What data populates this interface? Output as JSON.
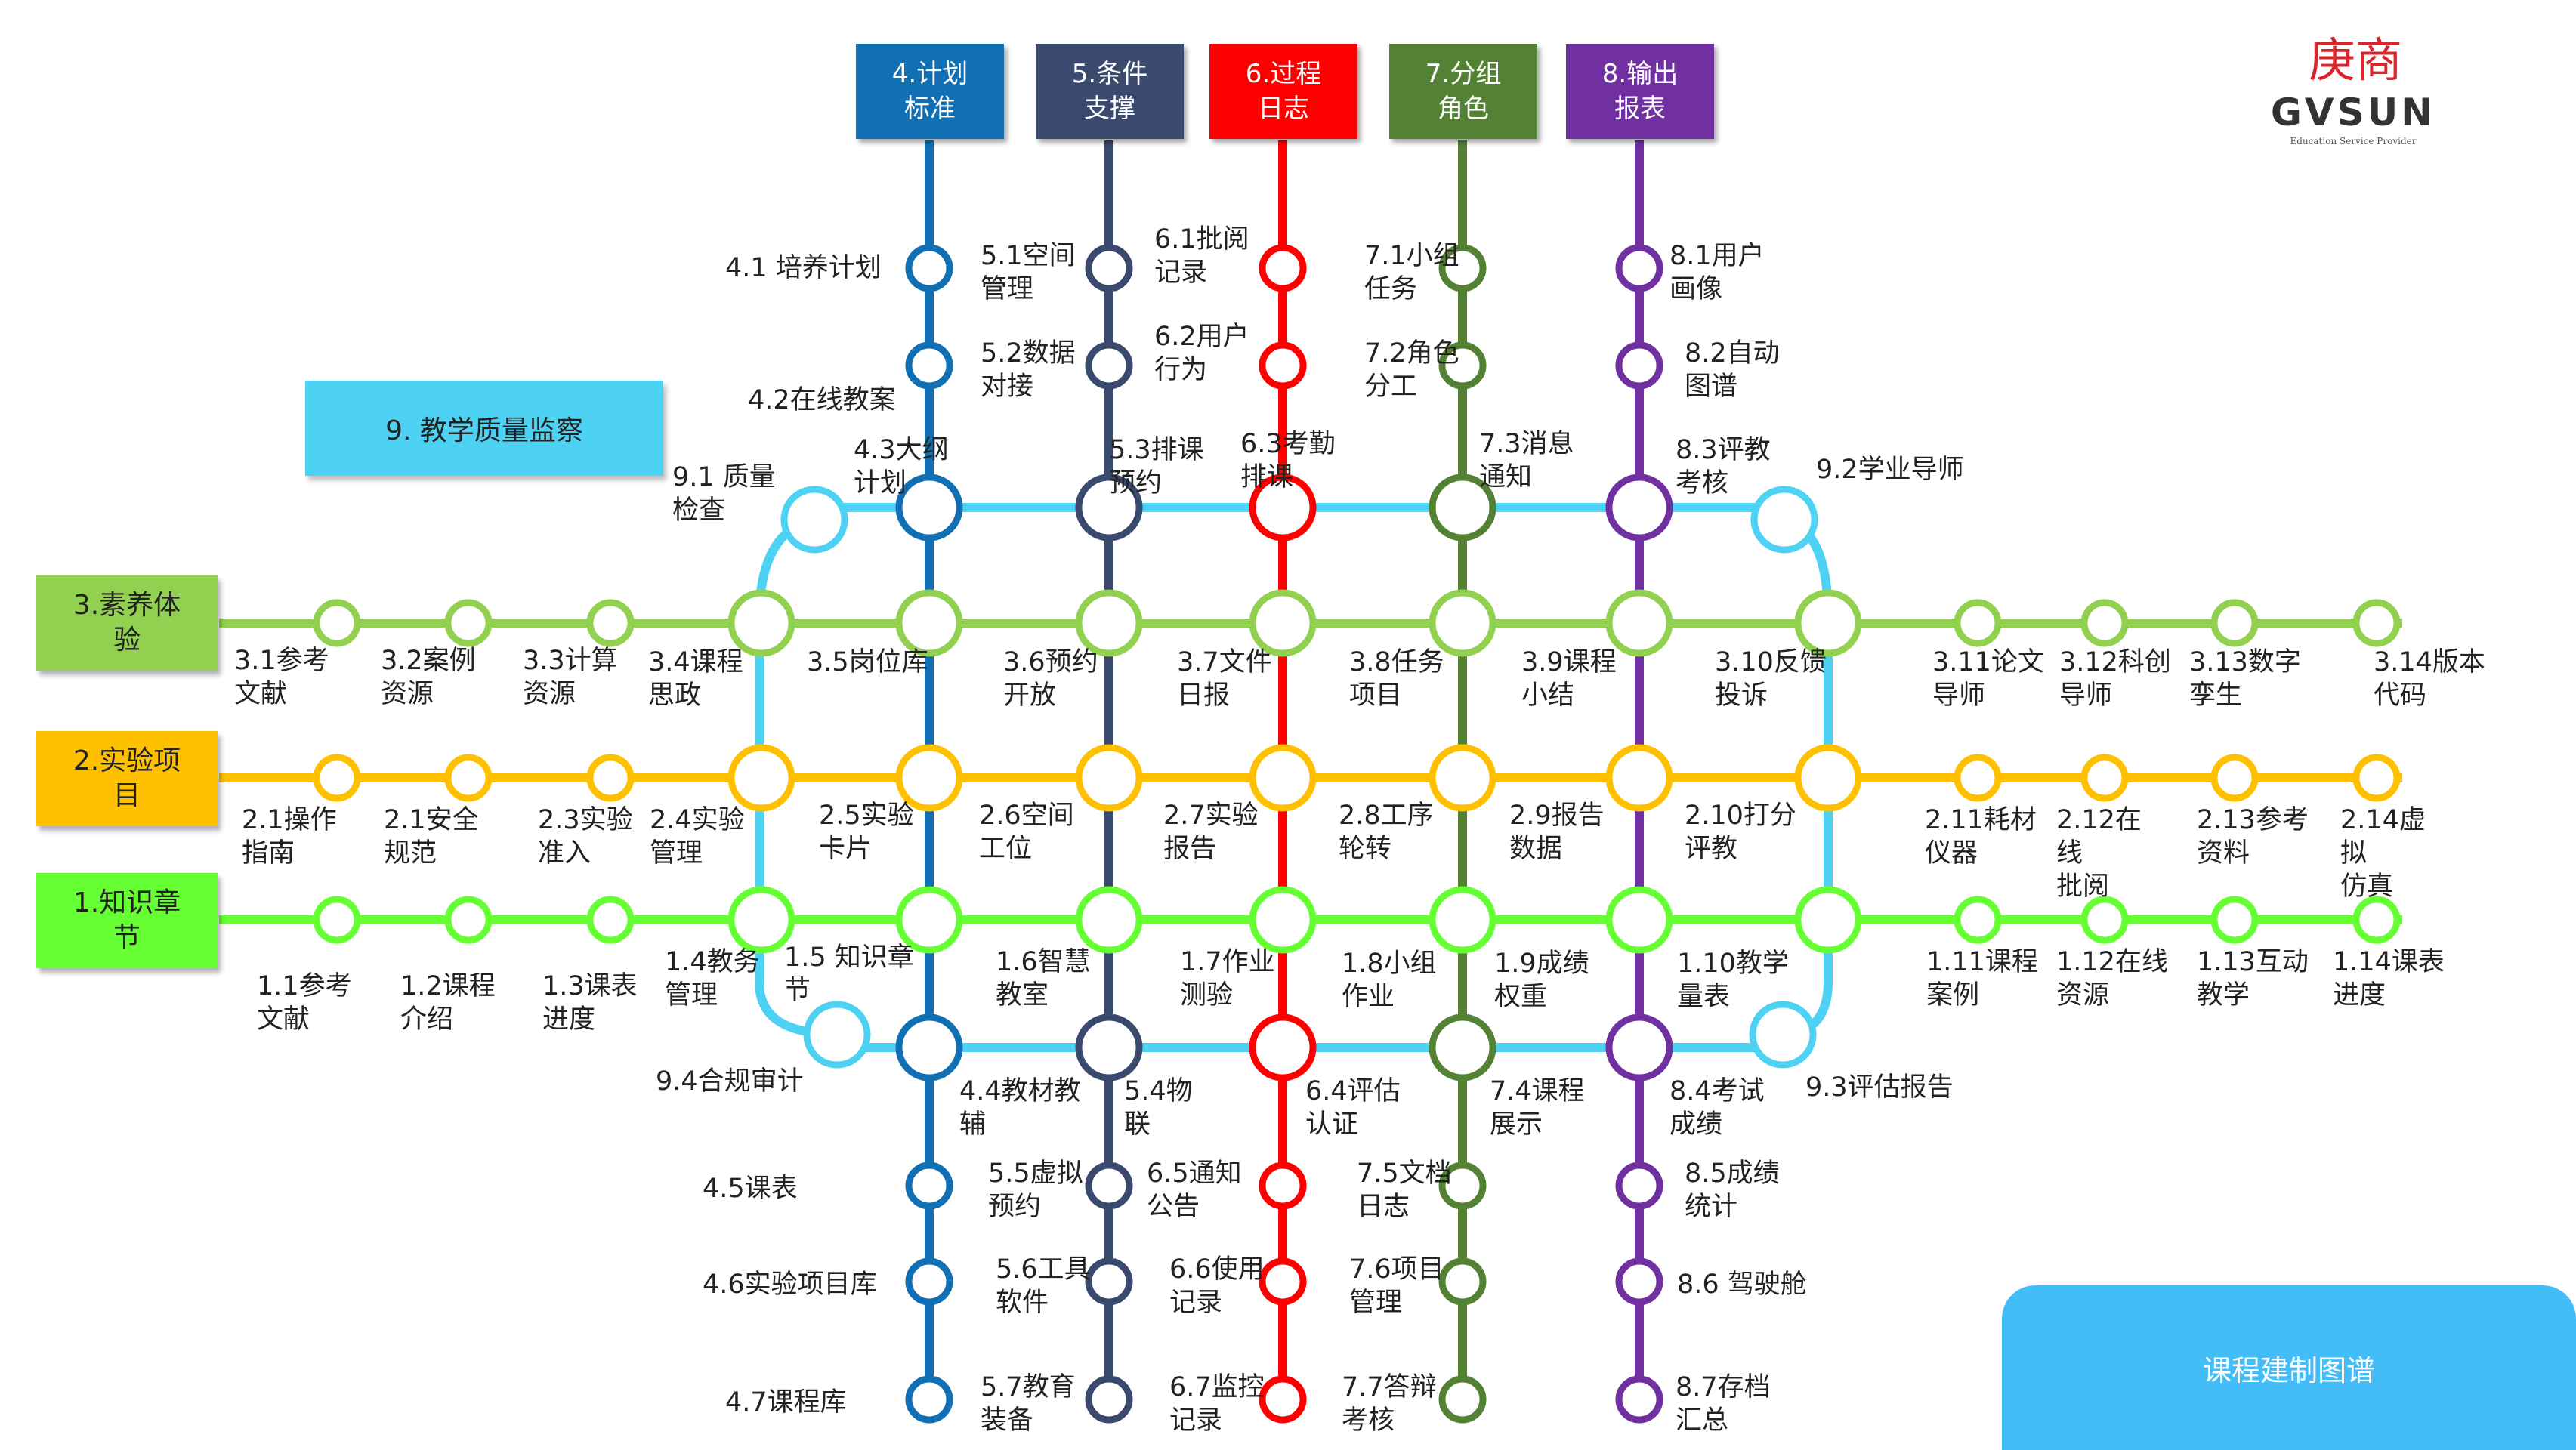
{
  "brand": {
    "cn": "庚商",
    "en": "GVSUN",
    "sub": "Education Service Provider",
    "red": "#d8262c"
  },
  "quality_box": "9. 教学质量监察",
  "corner_button": "课程建制图谱",
  "colors": {
    "plan": "#1170b3",
    "support": "#3a4a6e",
    "log": "#ff0000",
    "group": "#548235",
    "output": "#7030a0",
    "literacy": "#92d050",
    "experiment": "#ffc000",
    "knowledge": "#66ff33",
    "quality": "#4dd2f3"
  },
  "columns": [
    {
      "key": "plan",
      "header": "4.计划\n标准",
      "line": "#1170b3",
      "header_bg": "#1170b3",
      "stations_top": [
        "4.1  培养计划",
        "4.2在线教案",
        "4.3大纲\n计划"
      ],
      "bottom_label": "4.4教材教\n辅",
      "stations_bottom": [
        "4.5课表",
        "4.6实验项目库",
        "4.7课程库"
      ]
    },
    {
      "key": "support",
      "header": "5.条件\n支撑",
      "line": "#3a4a6e",
      "header_bg": "#3a4a6e",
      "stations_top": [
        "5.1空间\n管理",
        "5.2数据\n对接",
        "5.3排课\n预约"
      ],
      "bottom_label": "5.4物\n联",
      "stations_bottom": [
        "5.5虚拟\n预约",
        "5.6工具\n软件",
        "5.7教育\n装备"
      ]
    },
    {
      "key": "log",
      "header": "6.过程\n日志",
      "line": "#ff0000",
      "header_bg": "#ff0000",
      "stations_top": [
        "6.1批阅\n记录",
        "6.2用户\n行为",
        "6.3考勤\n排课"
      ],
      "bottom_label": "6.4评估\n认证",
      "stations_bottom": [
        "6.5通知\n公告",
        "6.6使用\n记录",
        "6.7监控\n记录"
      ]
    },
    {
      "key": "group",
      "header": "7.分组\n角色",
      "line": "#548235",
      "header_bg": "#548235",
      "stations_top": [
        "7.1小组\n任务",
        "7.2角色\n分工",
        "7.3消息\n通知"
      ],
      "bottom_label": "7.4课程\n展示",
      "stations_bottom": [
        "7.5文档\n日志",
        "7.6项目\n管理",
        "7.7答辩\n考核"
      ]
    },
    {
      "key": "output",
      "header": "8.输出\n报表",
      "line": "#7030a0",
      "header_bg": "#7030a0",
      "stations_top": [
        "8.1用户\n画像",
        "8.2自动\n图谱",
        "8.3评教\n考核"
      ],
      "bottom_label": "8.4考试\n成绩",
      "stations_bottom": [
        "8.5成绩\n统计",
        "8.6 驾驶舱",
        "8.7存档\n汇总"
      ]
    }
  ],
  "rows": [
    {
      "key": "literacy",
      "title": "3.素养体\n验",
      "color": "#92d050",
      "stations": [
        "3.1参考\n文献",
        "3.2案例\n资源",
        "3.3计算\n资源",
        "3.4课程\n思政",
        "3.5岗位库",
        "3.6预约\n开放",
        "3.7文件\n日报",
        "3.8任务\n项目",
        "3.9课程\n小结",
        "3.10反馈\n投诉",
        "3.11论文\n导师",
        "3.12科创\n导师",
        "3.13数字\n孪生",
        "3.14版本\n代码"
      ]
    },
    {
      "key": "experiment",
      "title": "2.实验项\n目",
      "color": "#ffc000",
      "stations": [
        "2.1操作\n指南",
        "2.1安全\n规范",
        "2.3实验\n准入",
        "2.4实验\n管理",
        "2.5实验\n卡片",
        "2.6空间\n工位",
        "2.7实验\n报告",
        "2.8工序\n轮转",
        "2.9报告\n数据",
        "2.10打分\n评教",
        "2.11耗材\n仪器",
        "2.12在\n线\n批阅",
        "2.13参考\n资料",
        "2.14虚\n拟\n仿真"
      ]
    },
    {
      "key": "knowledge",
      "title": "1.知识章\n节",
      "color": "#66ff33",
      "stations": [
        "1.1参考\n文献",
        "1.2课程\n介绍",
        "1.3课表\n进度",
        "1.4教务\n管理",
        "1.5 知识章\n节",
        "1.6智慧\n教室",
        "1.7作业\n测验",
        "1.8小组\n作业",
        "1.9成绩\n权重",
        "1.10教学\n量表",
        "1.11课程\n案例",
        "1.12在线\n资源",
        "1.13互动\n教学",
        "1.14课表\n进度"
      ]
    }
  ],
  "quality_stations": [
    "9.1 质量\n检查",
    "9.2学业导师",
    "9.3评估报告",
    "9.4合规审计"
  ]
}
